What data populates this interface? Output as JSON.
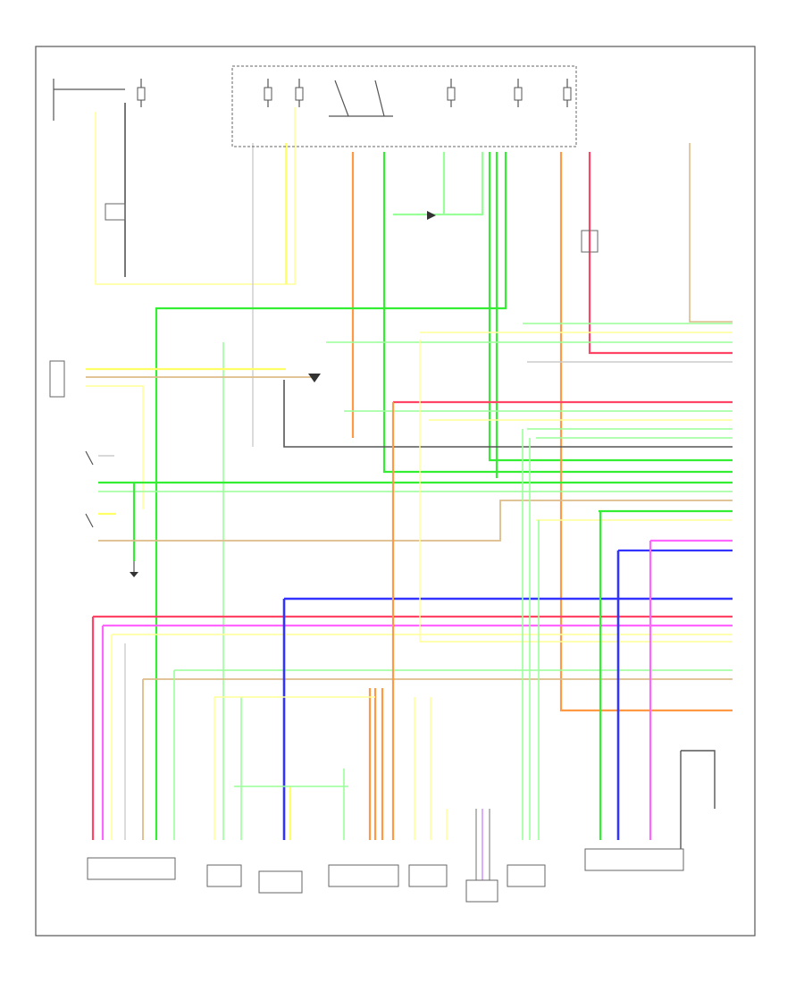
{
  "diagram": {
    "footer_code": "",
    "bottom_captions": [
      {
        "id": "cap-1",
        "text": ""
      },
      {
        "id": "cap-2",
        "text": ""
      },
      {
        "id": "cap-3",
        "text": ""
      },
      {
        "id": "cap-4",
        "text": ""
      },
      {
        "id": "cap-5",
        "text": ""
      },
      {
        "id": "cap-6",
        "text": ""
      },
      {
        "id": "cap-7",
        "text": ""
      },
      {
        "id": "cap-8",
        "text": ""
      }
    ],
    "wire_colors": {
      "yellow": "#ffff66",
      "light_yellow": "#ffff99",
      "green": "#33ee33",
      "light_green": "#99ff99",
      "red": "#ff4466",
      "pink": "#ff66ff",
      "blue": "#3333ff",
      "orange": "#ff9944",
      "tan": "#ddbb88",
      "dark_gray": "#555555",
      "gray": "#999999",
      "violet": "#cc88ff",
      "light_gray": "#cccccc"
    }
  }
}
